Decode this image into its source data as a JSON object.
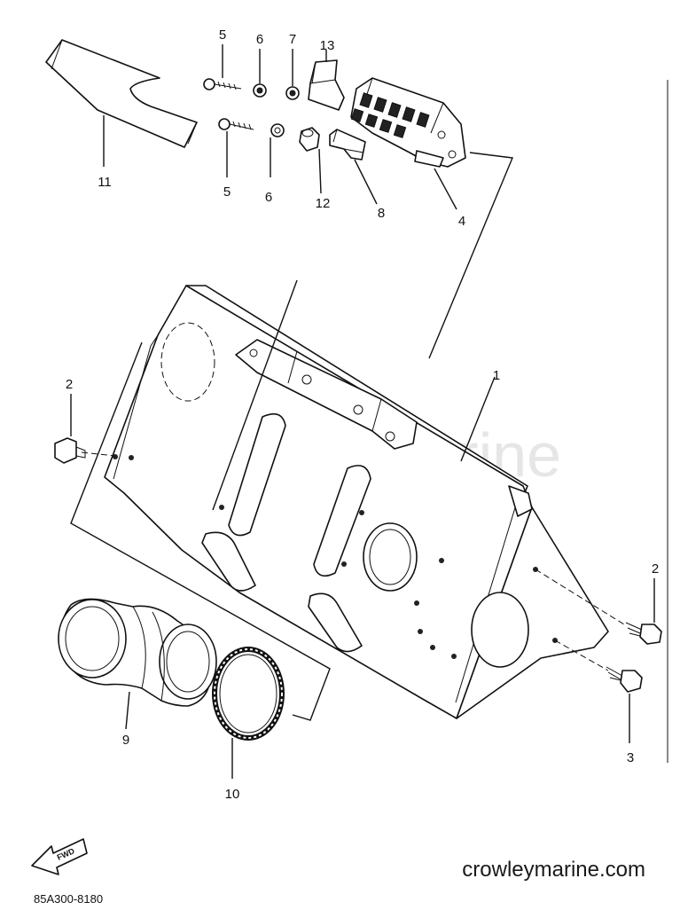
{
  "diagram": {
    "watermark": "Crowley Marine",
    "site_url": "crowleymarine.com",
    "part_code": "85A300-8180",
    "fwd_label": "FWD",
    "callouts": [
      {
        "id": "c5a",
        "label": "5"
      },
      {
        "id": "c6a",
        "label": "6"
      },
      {
        "id": "c7",
        "label": "7"
      },
      {
        "id": "c13",
        "label": "13"
      },
      {
        "id": "c11",
        "label": "11"
      },
      {
        "id": "c5b",
        "label": "5"
      },
      {
        "id": "c6b",
        "label": "6"
      },
      {
        "id": "c12",
        "label": "12"
      },
      {
        "id": "c8",
        "label": "8"
      },
      {
        "id": "c4",
        "label": "4"
      },
      {
        "id": "c2a",
        "label": "2"
      },
      {
        "id": "c1",
        "label": "1"
      },
      {
        "id": "c2b",
        "label": "2"
      },
      {
        "id": "c3",
        "label": "3"
      },
      {
        "id": "c9",
        "label": "9"
      },
      {
        "id": "c10",
        "label": "10"
      }
    ]
  }
}
